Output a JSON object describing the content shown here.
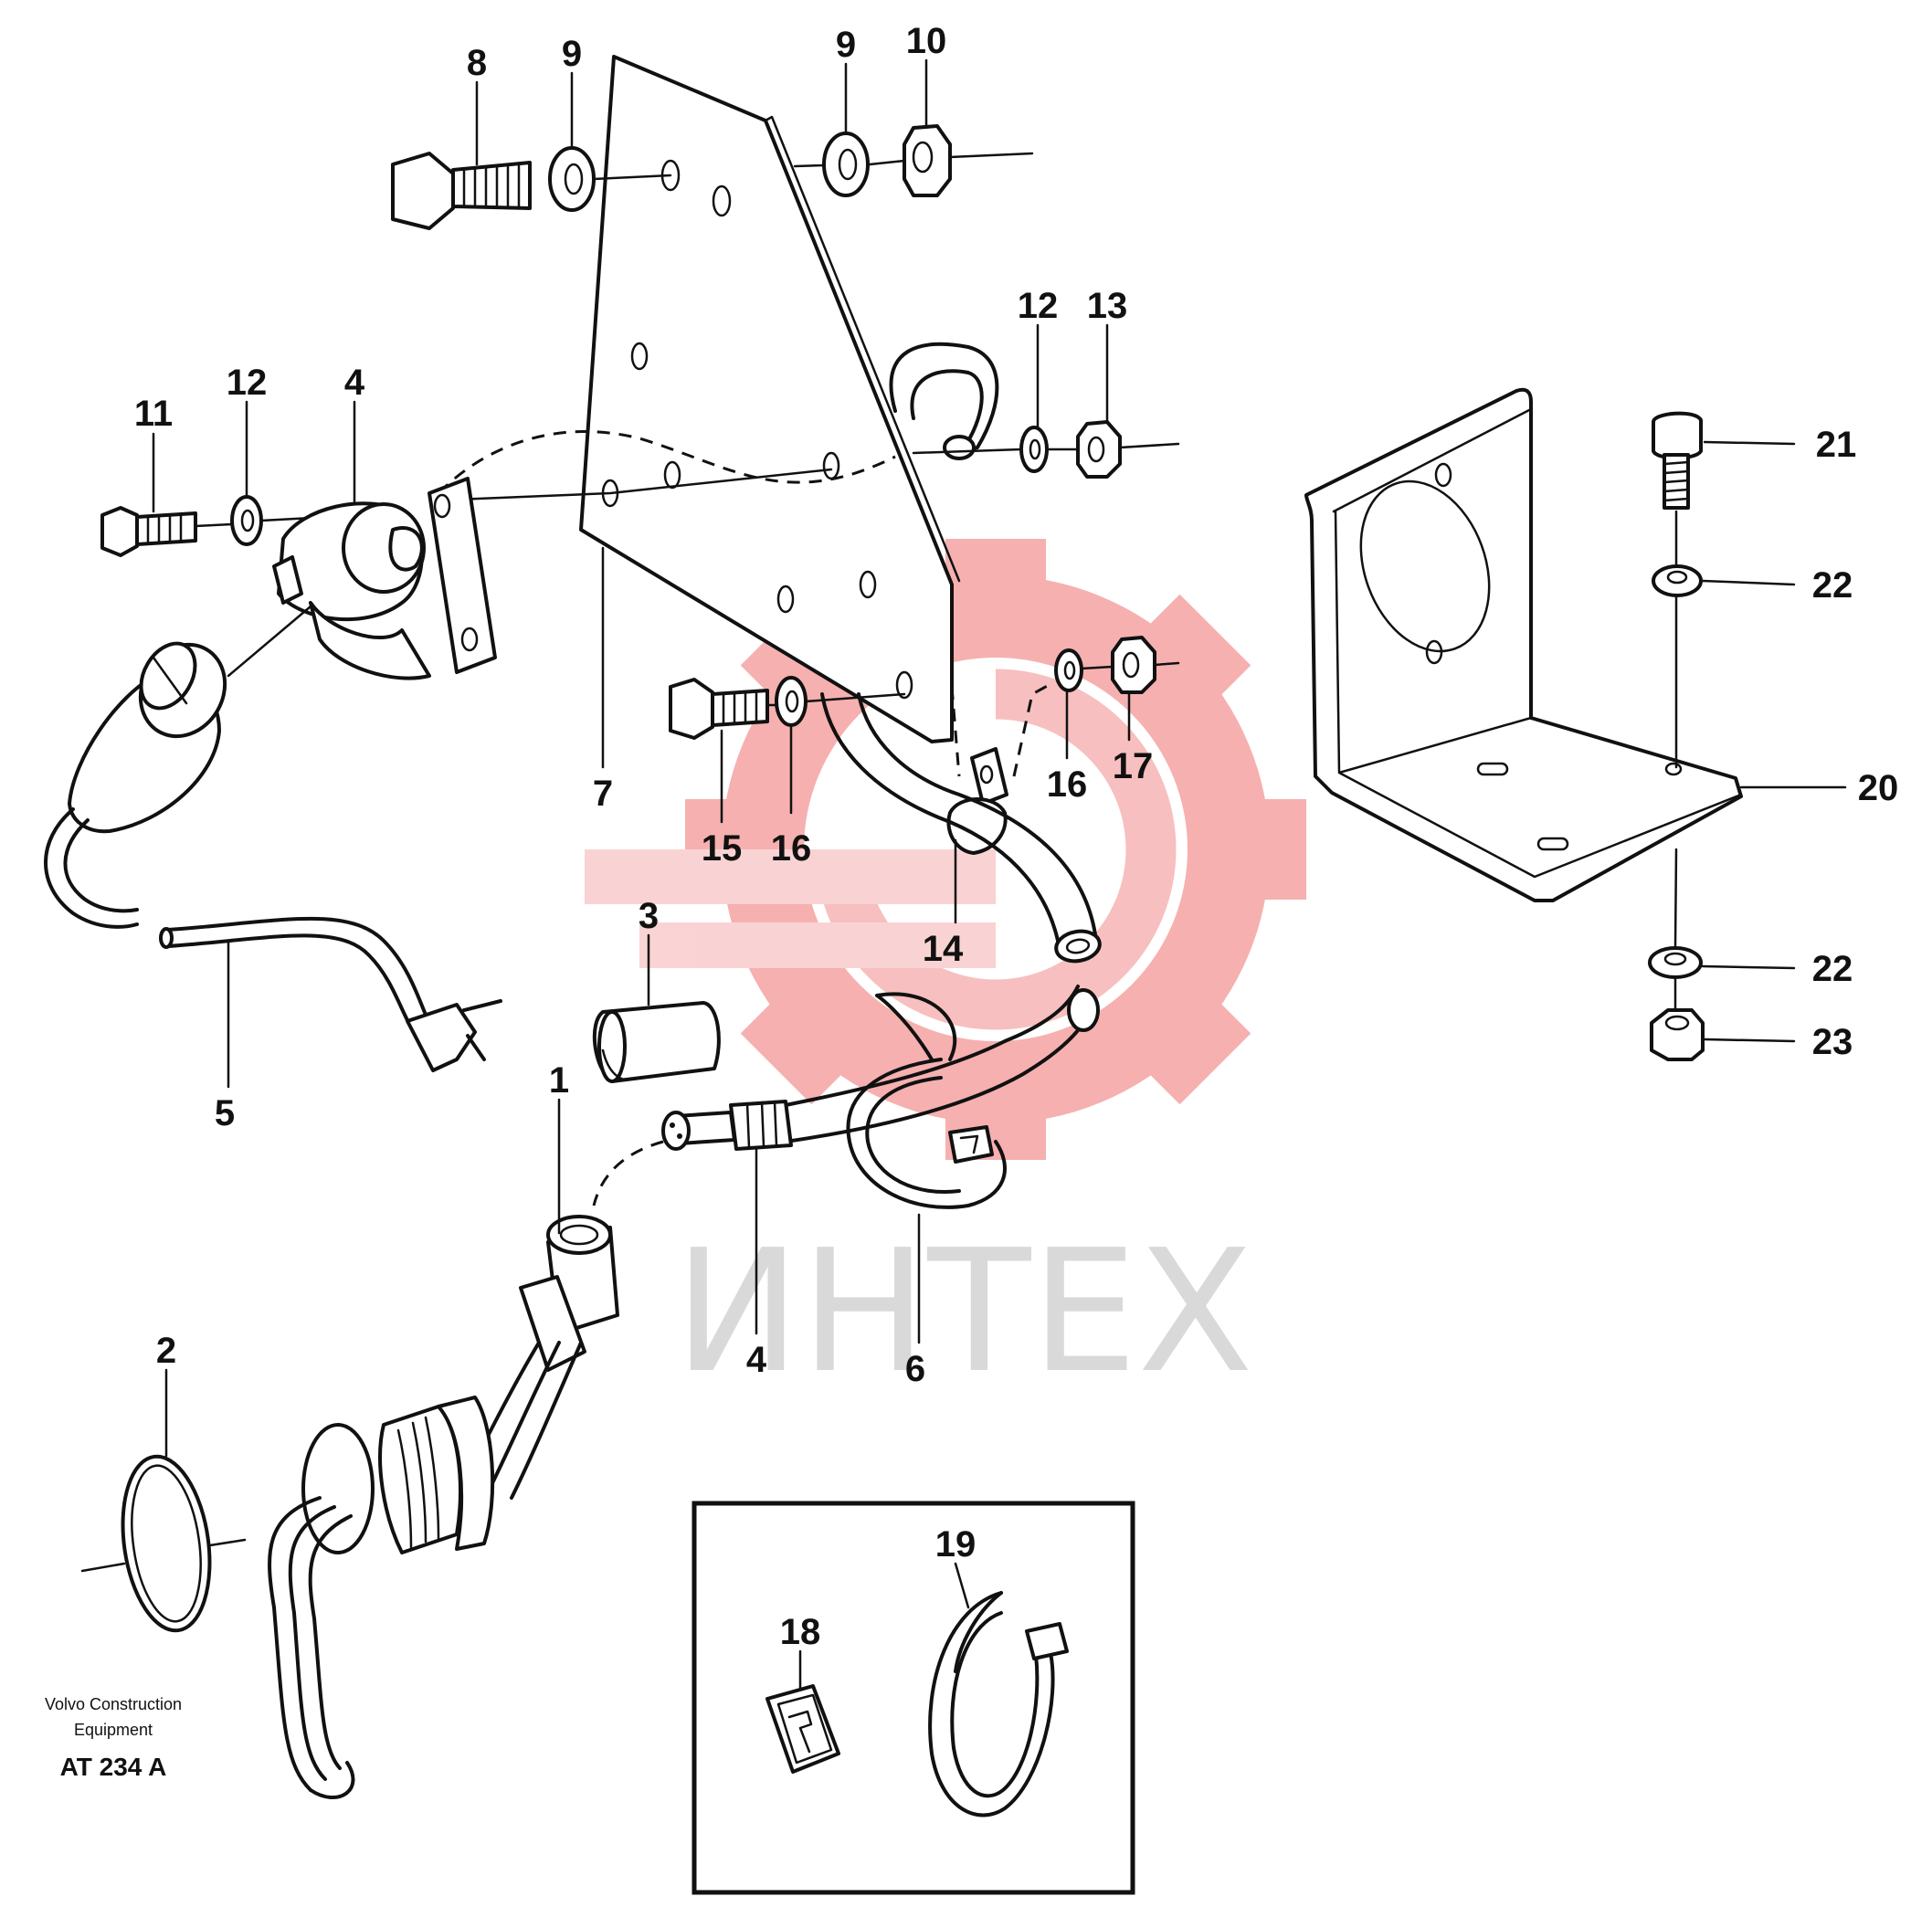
{
  "watermark": {
    "text": "ИНТЕХ",
    "color": "#f5a3a3"
  },
  "credit": {
    "line1": "Volvo Construction",
    "line2": "Equipment",
    "code": "AT 234 A"
  },
  "callouts": [
    {
      "id": "c1",
      "label": "1"
    },
    {
      "id": "c2",
      "label": "2"
    },
    {
      "id": "c3",
      "label": "3"
    },
    {
      "id": "c4a",
      "label": "4"
    },
    {
      "id": "c4b",
      "label": "4"
    },
    {
      "id": "c5",
      "label": "5"
    },
    {
      "id": "c6",
      "label": "6"
    },
    {
      "id": "c7",
      "label": "7"
    },
    {
      "id": "c8",
      "label": "8"
    },
    {
      "id": "c9a",
      "label": "9"
    },
    {
      "id": "c9b",
      "label": "9"
    },
    {
      "id": "c10",
      "label": "10"
    },
    {
      "id": "c11",
      "label": "11"
    },
    {
      "id": "c12a",
      "label": "12"
    },
    {
      "id": "c12b",
      "label": "12"
    },
    {
      "id": "c13",
      "label": "13"
    },
    {
      "id": "c14",
      "label": "14"
    },
    {
      "id": "c15",
      "label": "15"
    },
    {
      "id": "c16a",
      "label": "16"
    },
    {
      "id": "c16b",
      "label": "16"
    },
    {
      "id": "c17",
      "label": "17"
    },
    {
      "id": "c18",
      "label": "18"
    },
    {
      "id": "c19",
      "label": "19"
    },
    {
      "id": "c20",
      "label": "20"
    },
    {
      "id": "c21",
      "label": "21"
    },
    {
      "id": "c22a",
      "label": "22"
    },
    {
      "id": "c22b",
      "label": "22"
    },
    {
      "id": "c23",
      "label": "23"
    }
  ]
}
